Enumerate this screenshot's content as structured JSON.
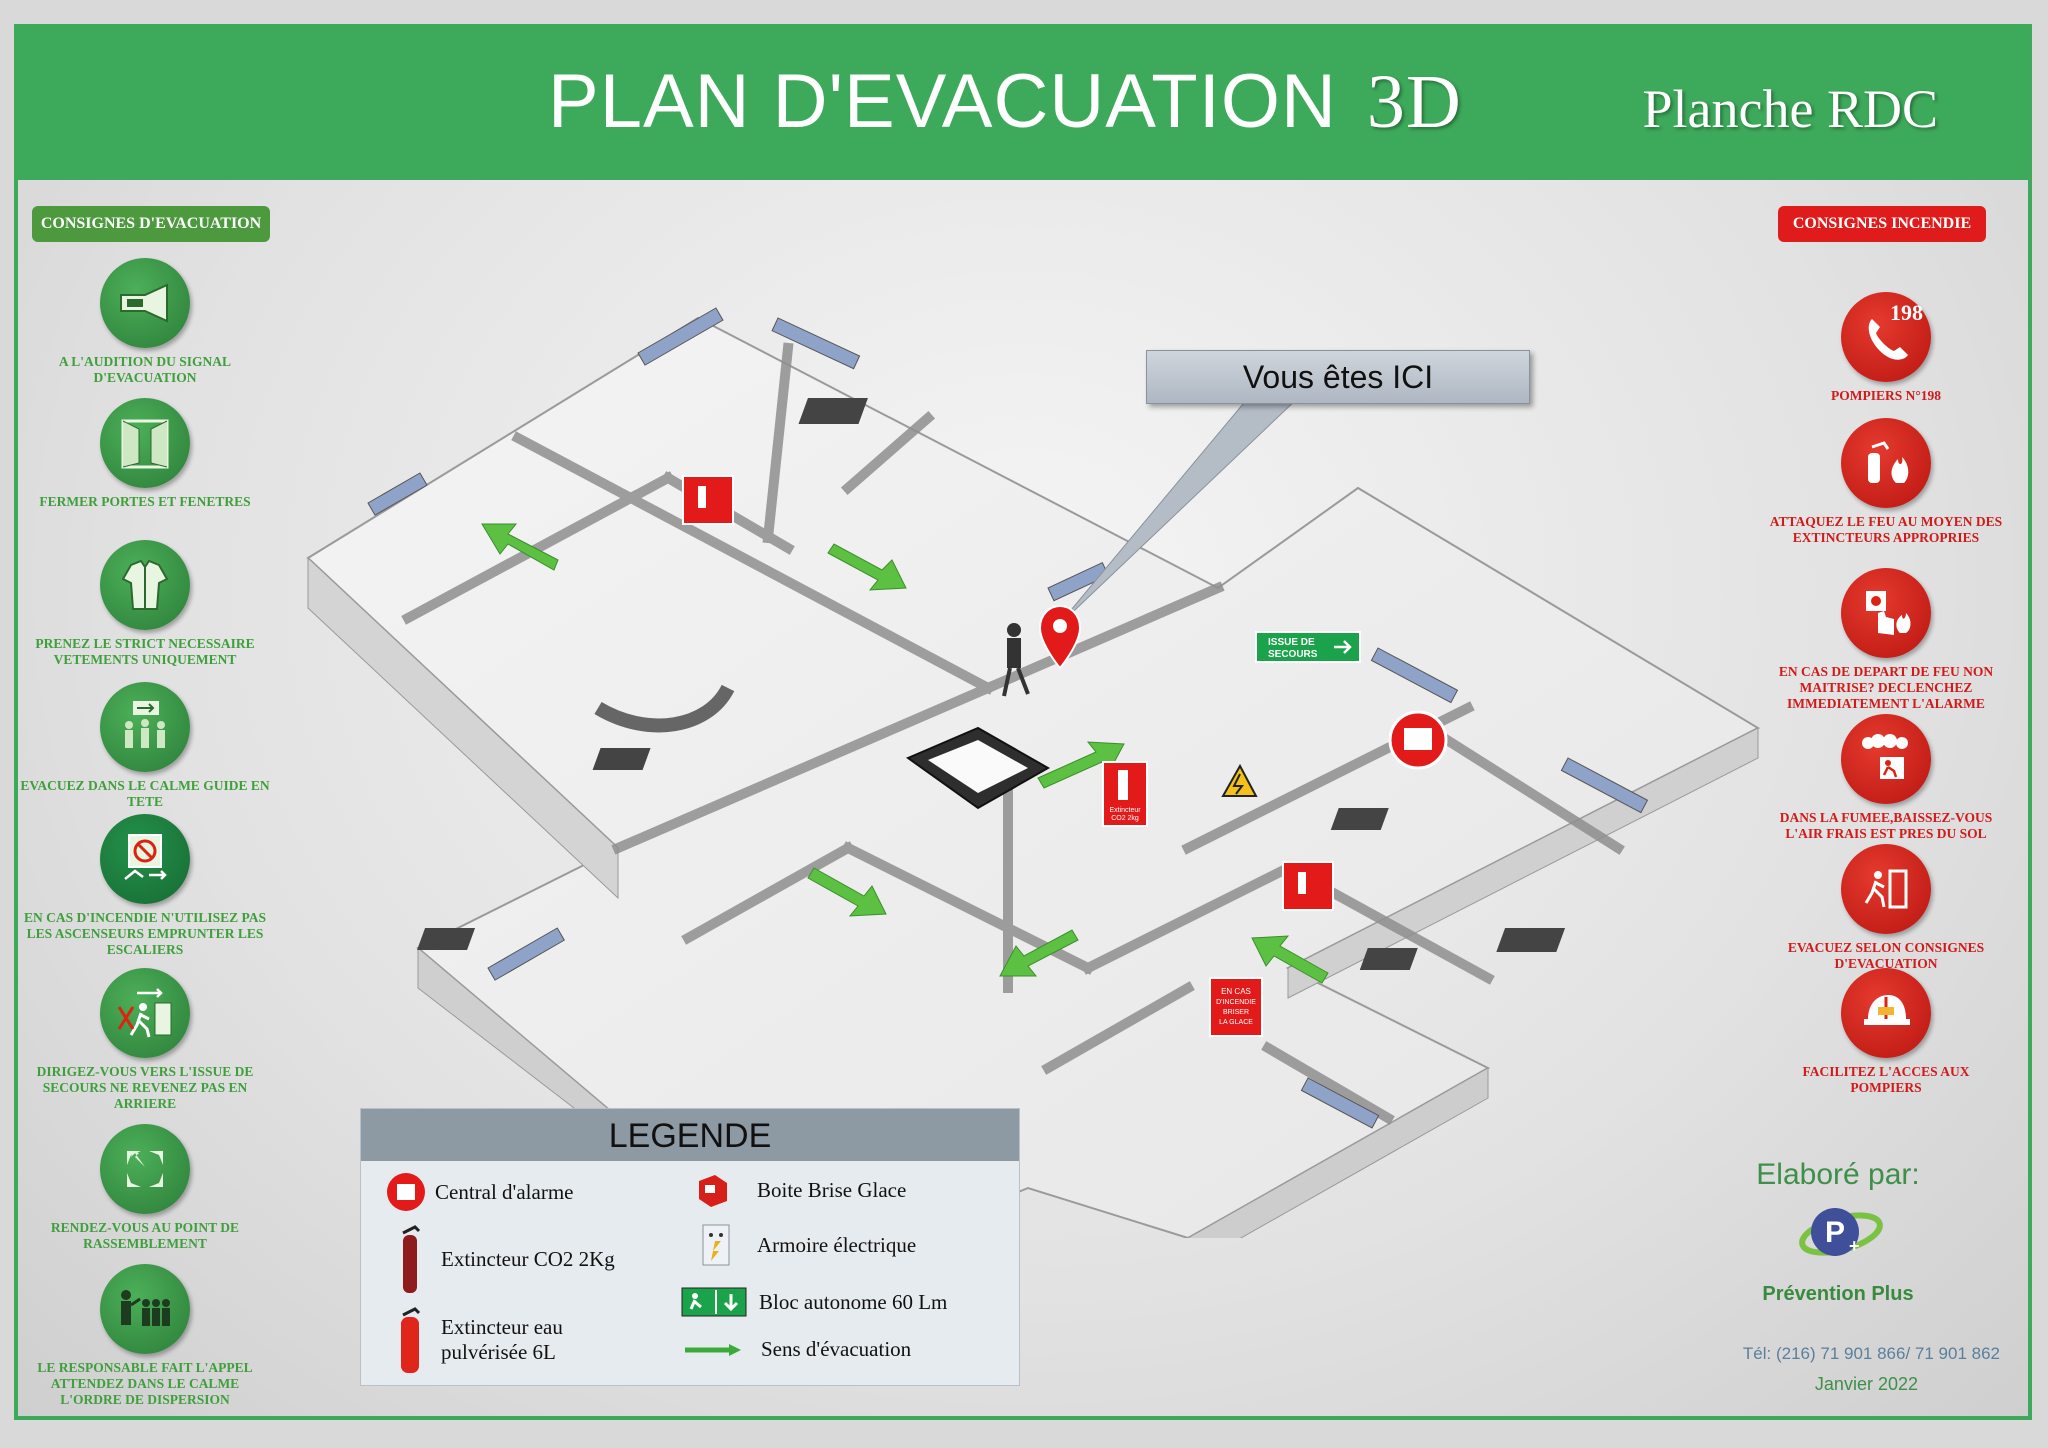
{
  "header": {
    "title_main": "PLAN D'EVACUATION",
    "title_3d": "3D",
    "subtitle": "Planche RDC"
  },
  "colors": {
    "green": "#3da95a",
    "red": "#e01b1b",
    "route_arrow": "#5cc043"
  },
  "evacuation": {
    "heading": "CONSIGNES D'EVACUATION",
    "items": [
      {
        "icon": "alarm-horn-icon",
        "label": "A L'AUDITION DU SIGNAL D'EVACUATION"
      },
      {
        "icon": "door-window-icon",
        "label": "FERMER PORTES ET FENETRES"
      },
      {
        "icon": "clothes-icon",
        "label": "PRENEZ LE STRICT NECESSAIRE VETEMENTS UNIQUEMENT"
      },
      {
        "icon": "group-exit-icon",
        "label": "EVACUEZ DANS LE CALME GUIDE EN TETE"
      },
      {
        "icon": "no-elevator-icon",
        "label": "EN CAS D'INCENDIE N'UTILISEZ PAS LES ASCENSEURS EMPRUNTER LES ESCALIERS"
      },
      {
        "icon": "exit-door-icon",
        "label": "DIRIGEZ-VOUS VERS L'ISSUE DE SECOURS NE REVENEZ PAS EN ARRIERE"
      },
      {
        "icon": "assembly-point-icon",
        "label": "RENDEZ-VOUS AU POINT DE RASSEMBLEMENT"
      },
      {
        "icon": "roll-call-icon",
        "label": "LE RESPONSABLE FAIT L'APPEL ATTENDEZ DANS LE CALME L'ORDRE DE DISPERSION"
      }
    ]
  },
  "fire": {
    "heading": "CONSIGNES INCENDIE",
    "items": [
      {
        "icon": "phone-icon",
        "badge": "198",
        "label": "POMPIERS N°198"
      },
      {
        "icon": "extinguisher-fire-icon",
        "label": "ATTAQUEZ LE FEU AU MOYEN DES EXTINCTEURS APPROPRIES"
      },
      {
        "icon": "alarm-button-icon",
        "label": "EN CAS DE DEPART DE FEU NON MAITRISE? DECLENCHEZ IMMEDIATEMENT L'ALARME"
      },
      {
        "icon": "smoke-crawl-icon",
        "label": "DANS LA FUMEE,BAISSEZ-VOUS L'AIR FRAIS EST PRES DU SOL"
      },
      {
        "icon": "exit-run-icon",
        "label": "EVACUEZ SELON CONSIGNES D'EVACUATION"
      },
      {
        "icon": "firefighter-helmet-icon",
        "label": "FACILITEZ L'ACCES AUX POMPIERS"
      }
    ]
  },
  "plan": {
    "you_are_here": "Vous êtes ICI",
    "exit_sign": [
      "ISSUE DE",
      "SECOURS"
    ],
    "extinguisher_sign": [
      "Extincteur",
      "CO2 2kg"
    ],
    "break_glass_sign": [
      "EN CAS",
      "D'INCENDIE",
      "BRISER",
      "LA GLACE"
    ]
  },
  "legend": {
    "title": "LEGENDE",
    "items": [
      {
        "icon": "alarm-panel-icon",
        "label": "Central d'alarme"
      },
      {
        "icon": "co2-extinguisher-icon",
        "label": "Extincteur CO2 2Kg"
      },
      {
        "icon": "water-extinguisher-icon",
        "label_line1": "Extincteur eau",
        "label_line2": "pulvérisée 6L"
      },
      {
        "icon": "break-glass-box-icon",
        "label": "Boite Brise Glace"
      },
      {
        "icon": "electrical-cabinet-icon",
        "label": "Armoire électrique"
      },
      {
        "icon": "emergency-light-icon",
        "label": "Bloc autonome 60 Lm"
      },
      {
        "icon": "evacuation-arrow-icon",
        "label": "Sens d'évacuation"
      }
    ]
  },
  "credit": {
    "made_by": "Elaboré par:",
    "brand": "Prévention Plus",
    "tel": "Tél: (216)  71 901 866/ 71 901 862",
    "date": "Janvier 2022"
  }
}
